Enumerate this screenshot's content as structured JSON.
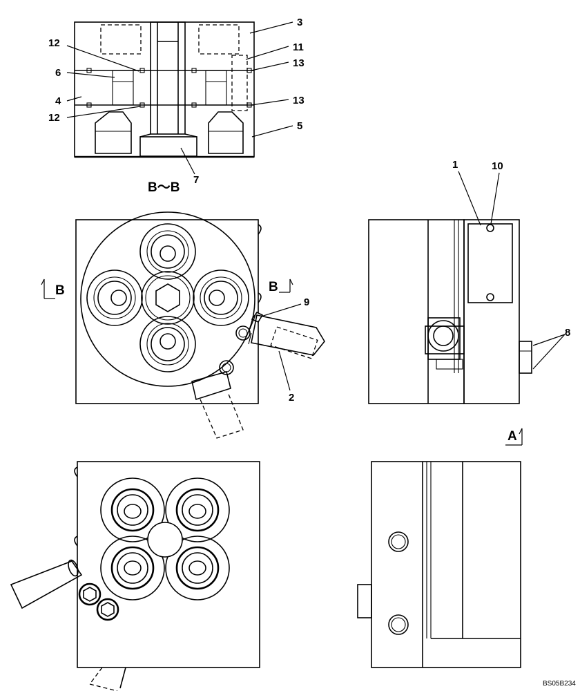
{
  "callouts": {
    "c1": "1",
    "c2": "2",
    "c3": "3",
    "c4": "4",
    "c5": "5",
    "c6": "6",
    "c7": "7",
    "c8": "8",
    "c9": "9",
    "c10": "10",
    "c11": "11",
    "c12a": "12",
    "c12b": "12",
    "c13a": "13",
    "c13b": "13"
  },
  "view_labels": {
    "section": "B～B",
    "arrow_b_left": "B",
    "arrow_b_right": "B",
    "arrow_a": "A"
  },
  "drawing_code": "BS05B234"
}
